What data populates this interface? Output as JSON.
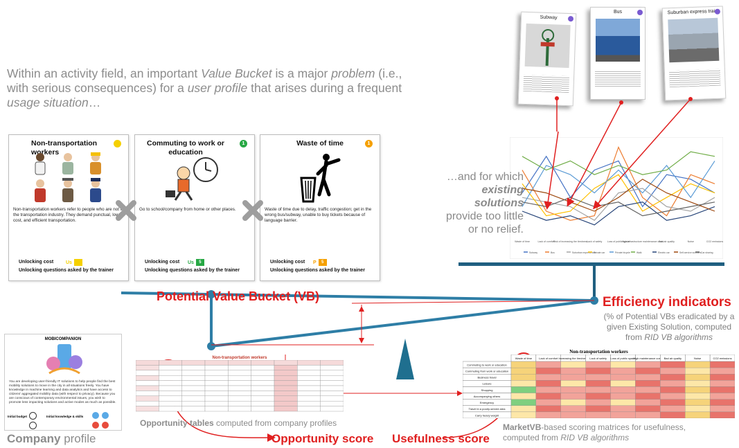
{
  "intro": {
    "p1": "Within an activity field, an important ",
    "e1": "Value Bucket",
    "p2": " is a major ",
    "e2": "problem",
    "p3": " (i.e., with serious consequences) for a ",
    "e3": "user profile",
    "p4": " that arises during a frequent ",
    "e4": "usage situation",
    "p5": "…"
  },
  "cards": [
    {
      "title": "Non-transportation workers",
      "badge": "",
      "badge_color": "#f5d000",
      "desc": "Non-transportation workers refer to people who are not in the transportation industry. They demand punctual, low-cost, and efficient transportation.",
      "unlock": "Unlocking cost",
      "code": "Us",
      "code_color": "#f5d000",
      "questions": "Unlocking questions asked by the trainer"
    },
    {
      "title": "Commuting to work or education",
      "badge": "1",
      "badge_color": "#27a844",
      "desc": "Go to school/company from home or other places.",
      "unlock": "Unlocking cost",
      "code": "Us",
      "code_color": "#27a844",
      "square": "5",
      "questions": "Unlocking questions asked by the trainer"
    },
    {
      "title": "Waste of time",
      "badge": "1",
      "badge_color": "#f5a000",
      "desc": "Waste of time due to delay, traffic congestion; get in the wrong bus/subway, unable to buy tickets because of language barrier.",
      "unlock": "Unlocking cost",
      "code": "P",
      "code_color": "#f5a000",
      "square": "5",
      "questions": "Unlocking questions asked by the trainer"
    }
  ],
  "transport_cards": [
    "Subway",
    "Bus",
    "Suburban express train"
  ],
  "chart": {
    "x_labels": [
      "Waste of time",
      "Lack of comfort",
      "Risk of increasing the tiredness",
      "Lack of safety",
      "Loss of public space",
      "High infrastructure maintenance costs",
      "Bad air quality",
      "Noise",
      "CO2 emissions"
    ],
    "legend": [
      "Subway",
      "Bus",
      "Suburban express train",
      "Private car",
      "Private bicycle",
      "Walk",
      "Electric car",
      "Self-service scooters",
      "Car sharing"
    ],
    "colors": [
      "#4472c4",
      "#ed7d31",
      "#a5a5a5",
      "#ffc000",
      "#5b9bd5",
      "#70ad47",
      "#264478",
      "#9e480e",
      "#636363"
    ]
  },
  "existing": {
    "l1": "…and for which",
    "l2": "existing",
    "l3": "solutions",
    "l4": "provide too little",
    "l5": "or no relief."
  },
  "efficiency": {
    "title": "Efficiency indicators",
    "desc1": "(% of Potential VBs eradicated by a",
    "desc2": "given Existing Solution, computed",
    "desc3": "from ",
    "desc3i": "RID VB algorithms"
  },
  "potential_vb": "Potential Value Bucket (VB)",
  "company": {
    "card_title": "MOBICOMPANION",
    "desc": "You are developing user-friendly IT solutions to help people find the best mobility solutions to move in the city in all situations freely. You have knowledge in machine learning and data analytics and have access to citizens' aggregated mobility data (with respect to privacy). Because you are conscious of contemporary environmental issues, you wish to promote less impacting solutions and active modes as much as possible.",
    "budget": "Initial budget",
    "knowledge": "Initial knowledge & skills",
    "label_bold": "Company",
    "label_rest": " profile"
  },
  "opp_table": {
    "title": "Non-transportation workers",
    "caption_bold": "Opportunity tables",
    "caption_rest": " computed from company profiles"
  },
  "matrix": {
    "title": "Non-transportation workers",
    "cols": [
      "Waste of time",
      "Lack of comfort",
      "Increasing the tiredness",
      "Lack of safety",
      "Loss of public space",
      "High maintenance costs",
      "Bad air quality",
      "Noise",
      "CO2 emissions"
    ],
    "rows": [
      "Commuting to work or education",
      "Commuting from work or education",
      "Business travel",
      "Leisure",
      "Shopping",
      "Accompanying others",
      "Emergency",
      "Travel in a poorly-served area",
      "Carry heavy weight"
    ],
    "caption_bold": "MarketVB",
    "caption_rest": "-based scoring matrices for usefulness,",
    "caption2": "computed from ",
    "caption2i": "RID VB algorithms"
  },
  "scores": {
    "opportunity": "Opportunity score",
    "usefulness": "Usefulness score"
  }
}
